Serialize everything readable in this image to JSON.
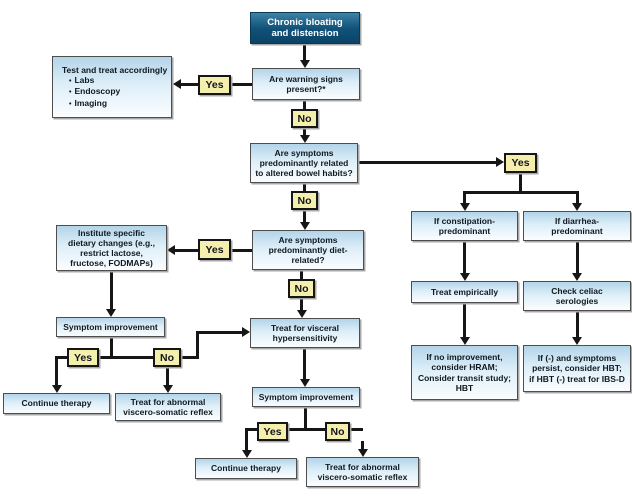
{
  "diagram": {
    "root": "Chronic bloating\nand distension",
    "warning": "Are warning signs\npresent?*",
    "test_treat": {
      "title": "Test and treat accordingly",
      "bullet": "•",
      "items": [
        "Labs",
        "Endoscopy",
        "Imaging"
      ]
    },
    "bowel": "Are symptoms\npredominantly related\nto altered bowel habits?",
    "diet": "Are symptoms\npredominantly diet-\nrelated?",
    "institute": "Institute specific\ndietary changes (e.g.,\nrestrict lactose,\nfructose, FODMAPs)",
    "symptom_left": "Symptom improvement",
    "continue_left": "Continue therapy",
    "abnormal_left": "Treat for abnormal\nviscero-somatic reflex",
    "visceral": "Treat for visceral\nhypersensitivity",
    "symptom_mid": "Symptom improvement",
    "continue_mid": "Continue therapy",
    "abnormal_mid": "Treat for abnormal\nviscero-somatic reflex",
    "constipation": "If constipation-\npredominant",
    "diarrhea": "If diarrhea-\npredominant",
    "empirical": "Treat empirically",
    "celiac": "Check celiac\nserologies",
    "hram": "If no improvement,\nconsider HRAM;\nConsider transit study;\nHBT",
    "ibsd": "If (-) and symptoms\npersist, consider HBT;\nif HBT (-) treat for IBS-D",
    "labels": {
      "yes": "Yes",
      "no": "No"
    },
    "colors": {
      "header_dark_blue": "#11537a",
      "node_light_blue_top": "#b3d4e9",
      "yes_no_yellow": "#f5efad",
      "line_black": "#161616"
    }
  }
}
